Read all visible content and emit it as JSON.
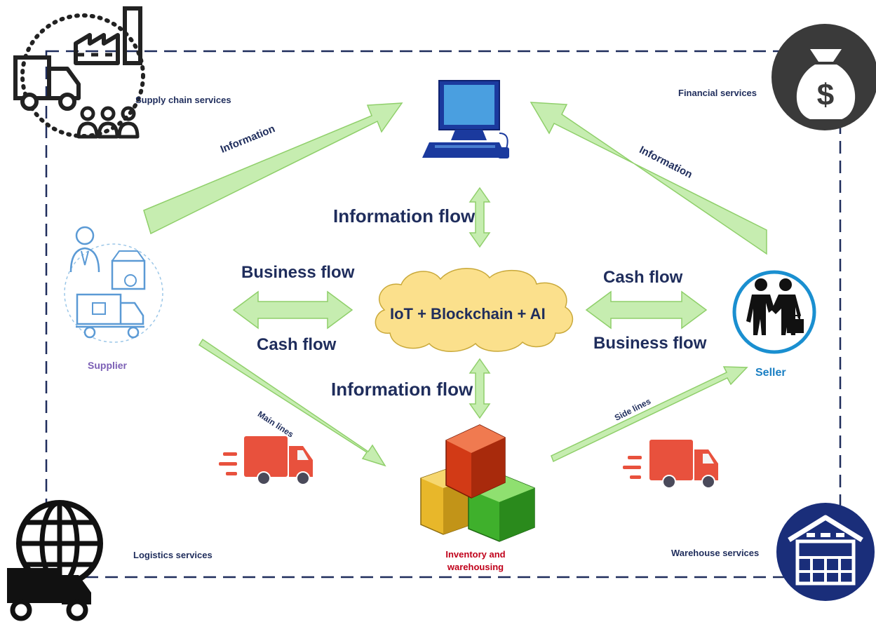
{
  "corners": {
    "supply_chain": "Supply chain services",
    "financial": "Financial services",
    "logistics": "Logistics services",
    "warehouse": "Warehouse services"
  },
  "nodes": {
    "supplier": "Supplier",
    "seller": "Seller",
    "inventory_line1": "Inventory and",
    "inventory_line2": "warehousing",
    "cloud": "IoT + Blockchain + AI"
  },
  "flows": {
    "info_top": "Information flow",
    "info_bottom": "Information flow",
    "business_left": "Business flow",
    "cash_left": "Cash flow",
    "cash_right": "Cash flow",
    "business_right": "Business flow"
  },
  "arrows": {
    "info_left": "Information",
    "info_right": "Information",
    "main_lines": "Main lines",
    "side_lines": "Side lines"
  },
  "colors": {
    "navy": "#1f2d5c",
    "arrow_fill": "#c6edb0",
    "arrow_stroke": "#8fcf6a",
    "cloud_fill": "#fbe08c",
    "supplier_purple": "#7b5fb5",
    "seller_blue": "#1a7fc3",
    "inventory_red": "#c0001a",
    "truck_red": "#e8513d"
  },
  "icons": {
    "supply_chain": "factory-truck-people-icon",
    "financial": "money-bag-dollar-icon",
    "logistics": "globe-truck-icon",
    "warehouse": "warehouse-icon",
    "computer": "desktop-computer-icon",
    "supplier": "supplier-person-truck-icon",
    "seller": "handshake-icon",
    "inventory": "stacked-boxes-icon",
    "truck": "delivery-truck-icon"
  }
}
